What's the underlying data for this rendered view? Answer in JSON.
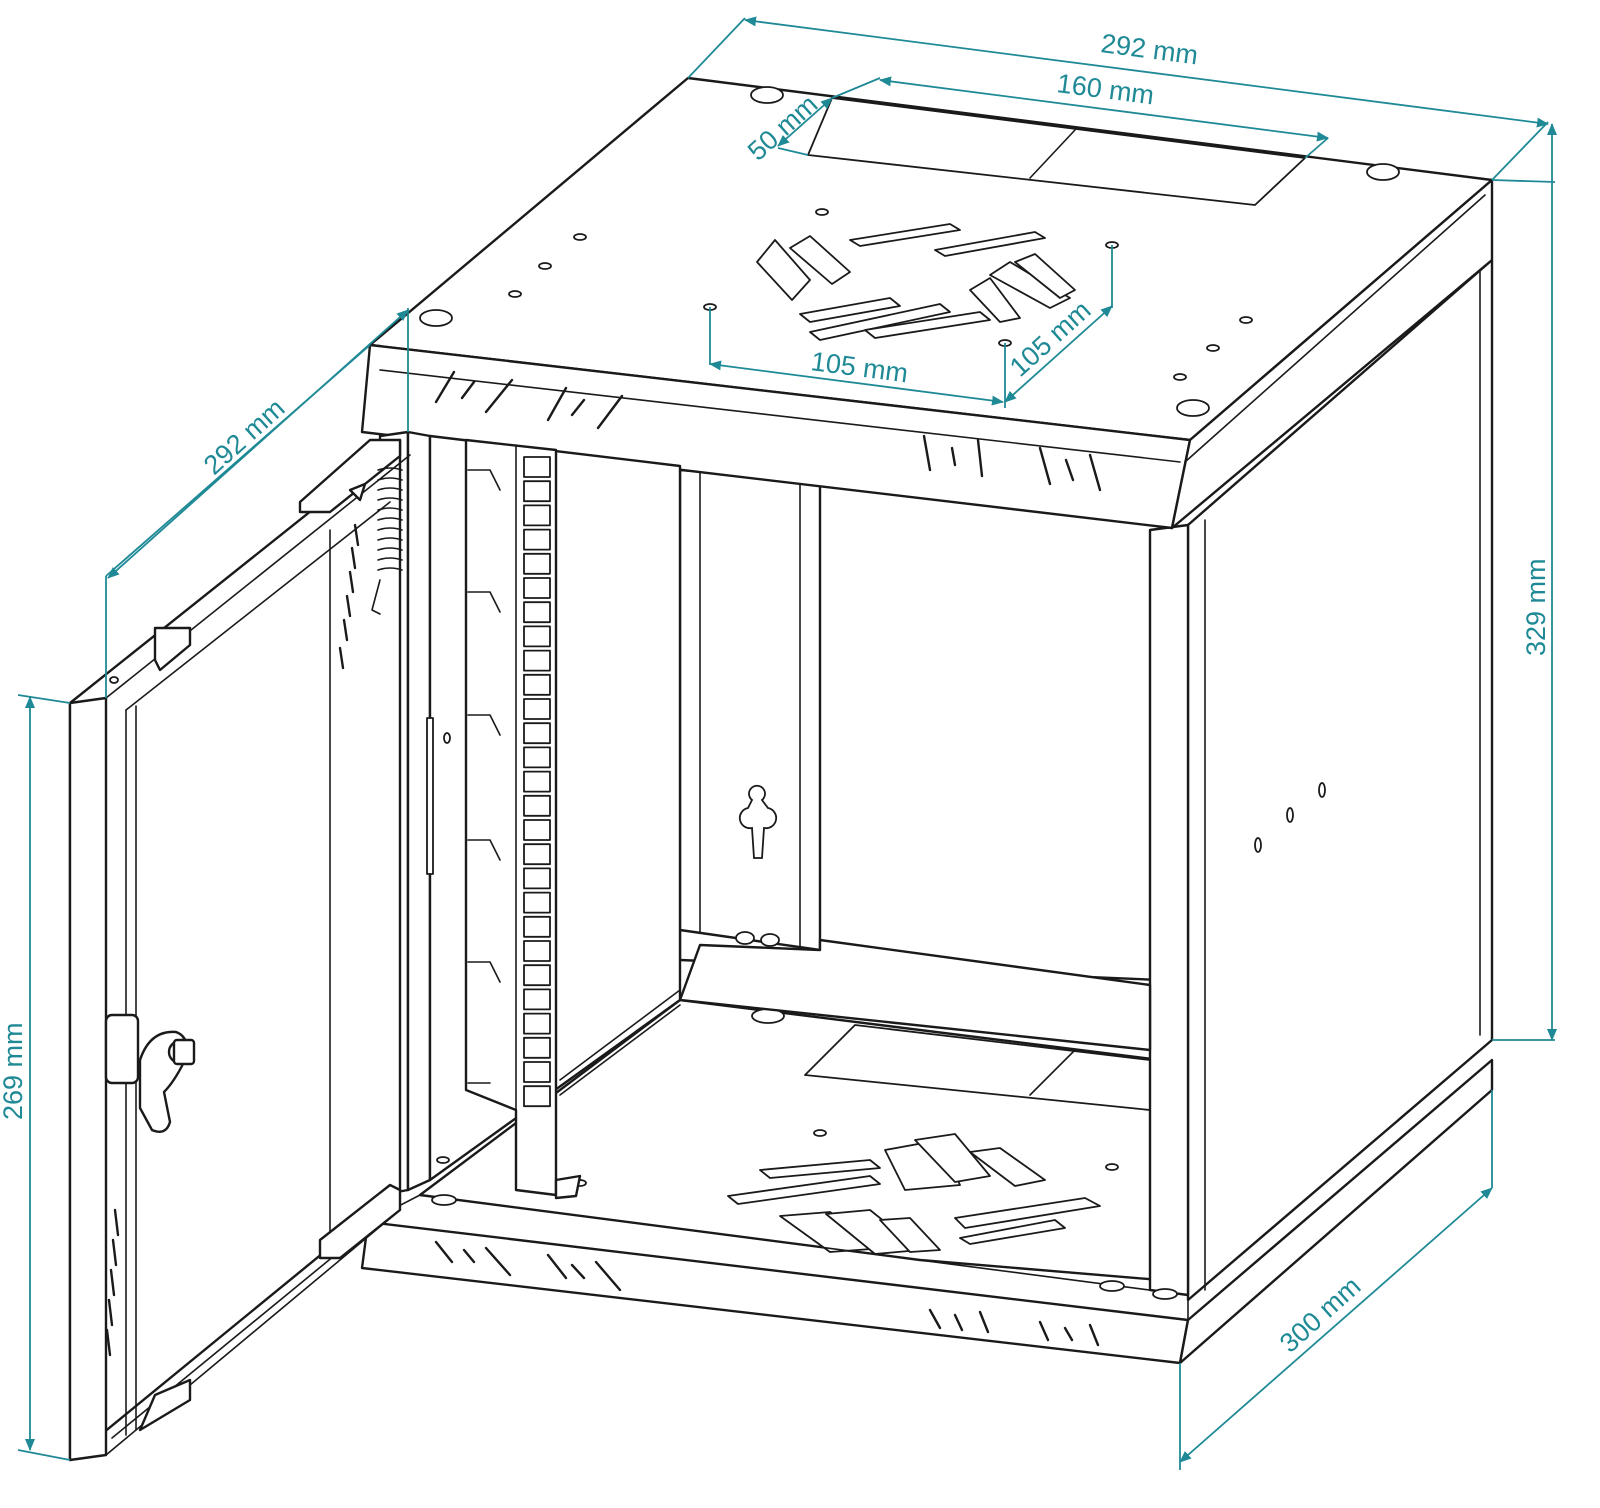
{
  "colors": {
    "dimension": "#1f8a96",
    "ink": "#1a1a1a",
    "background": "#ffffff"
  },
  "dimensions": {
    "top_width": "292 mm",
    "top_opening_length": "160 mm",
    "top_opening_depth": "50 mm",
    "side_depth": "292 mm",
    "fan_spacing_x": "105 mm",
    "fan_spacing_y": "105 mm",
    "height": "329 mm",
    "door_height": "269 mm",
    "bottom_depth": "300 mm"
  }
}
